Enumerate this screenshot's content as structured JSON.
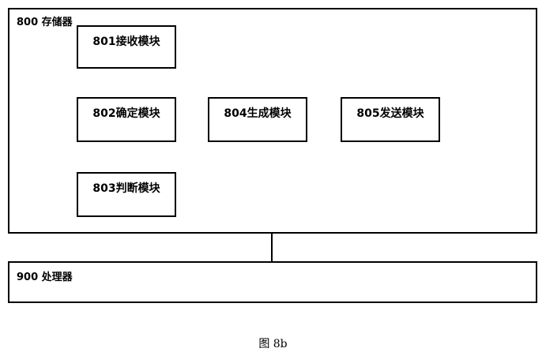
{
  "memory": {
    "label": "800 存储器"
  },
  "processor": {
    "label": "900 处理器"
  },
  "modules": {
    "receive": "801接收模块",
    "determine": "802确定模块",
    "judge": "803判断模块",
    "generate": "804生成模块",
    "send": "805发送模块"
  },
  "caption": "图 8b"
}
